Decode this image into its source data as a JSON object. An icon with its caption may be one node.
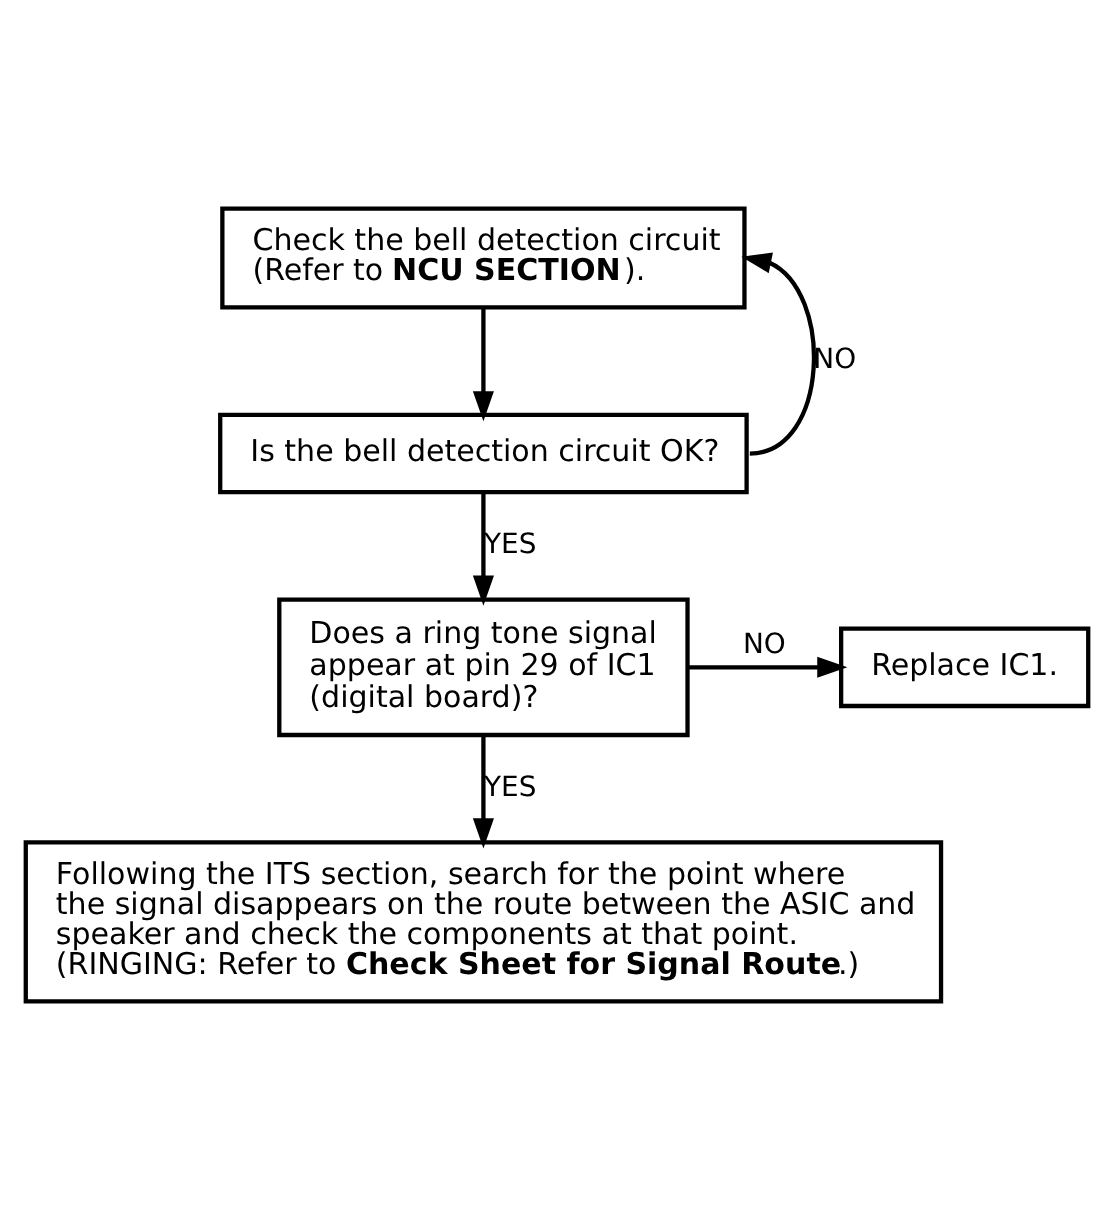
{
  "diagram": {
    "nodes": [
      {
        "text": [
          "Check the bell detection circuit (Refer to **NCU SECTION**)."
        ]
      },
      {
        "text": [
          "Is the bell detection circuit OK?"
        ]
      },
      {
        "text": [
          "Does a ring tone signal appear at pin 29 of IC1 (digital board)?"
        ]
      },
      {
        "text": [
          "Replace IC1."
        ]
      },
      {
        "text": [
          "Following the ITS section, search for the point where the signal disappears on the route between the ASIC and speaker and check the components at that point.",
          "(RINGING: Refer to **Check Sheet for Signal Route**.)"
        ]
      }
    ],
    "edges": [
      {
        "from": 0,
        "to": 1,
        "arrow": "to"
      },
      {
        "from": 1,
        "to": 0,
        "arrow": "to",
        "label": "NO"
      },
      {
        "from": 1,
        "to": 2,
        "arrow": "to",
        "label": "YES"
      },
      {
        "from": 2,
        "to": 3,
        "arrow": "to",
        "label": "NO"
      },
      {
        "from": 2,
        "to": 4,
        "arrow": "to",
        "label": "YES"
      }
    ]
  }
}
